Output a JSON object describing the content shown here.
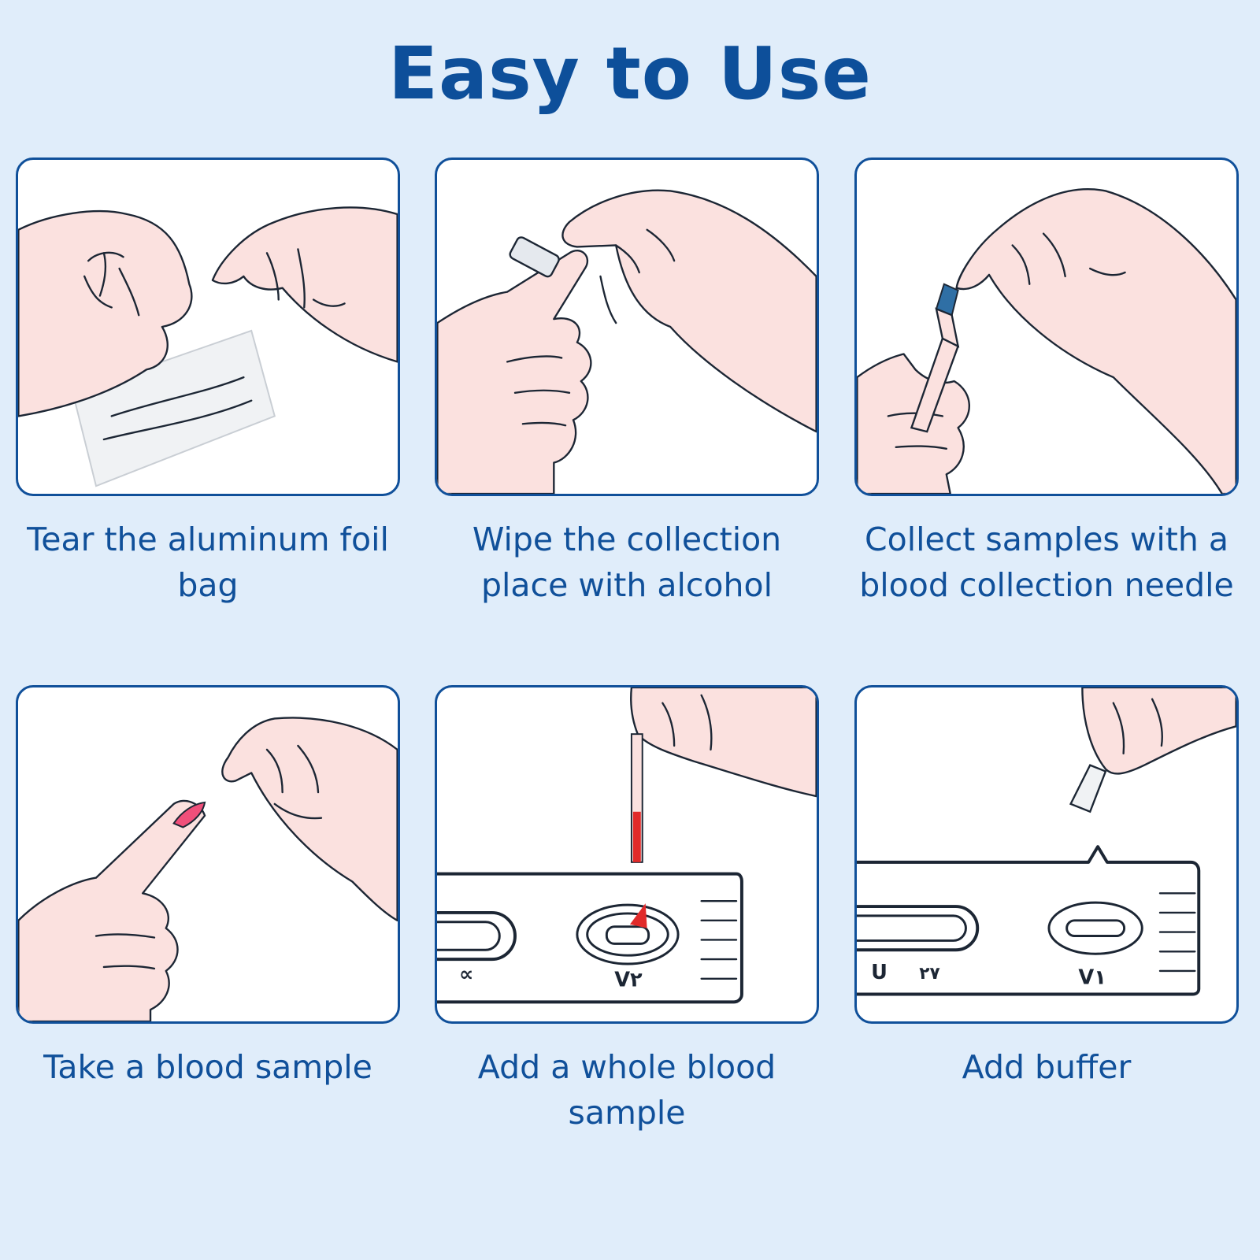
{
  "title": "Easy to Use",
  "steps": [
    {
      "caption": "Tear the aluminum foil bag"
    },
    {
      "caption": "Wipe the collection place with alcohol"
    },
    {
      "caption": "Collect samples with a blood collection needle"
    },
    {
      "caption": "Take a blood sample"
    },
    {
      "caption": "Add a whole blood sample"
    },
    {
      "caption": "Add buffer"
    }
  ],
  "device_marks": {
    "step5": [
      "∝",
      "V۲"
    ],
    "step6": [
      "U",
      "۲۷",
      "V۱"
    ]
  },
  "colors": {
    "background": "#e0edfa",
    "accent": "#10509a",
    "skin": "#fbe1df",
    "blood": "#e12a2a",
    "cap": "#2f6fa5"
  }
}
